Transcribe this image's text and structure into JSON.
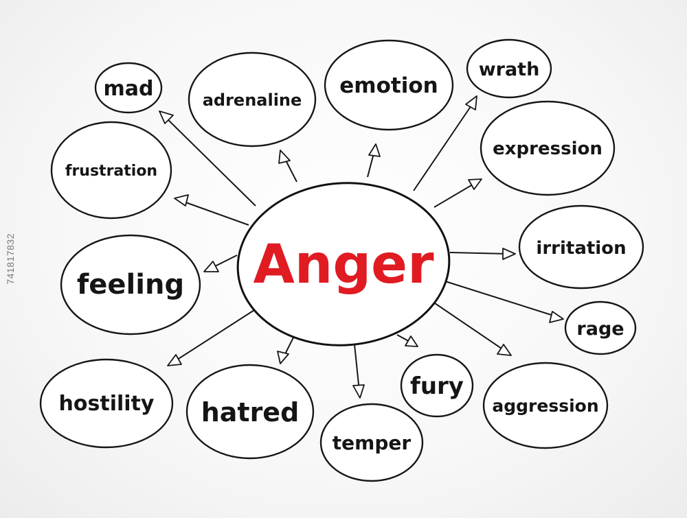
{
  "center": {
    "label": "Anger"
  },
  "nodes": [
    {
      "id": "mad",
      "label": "mad"
    },
    {
      "id": "adrenaline",
      "label": "adrenaline"
    },
    {
      "id": "emotion",
      "label": "emotion"
    },
    {
      "id": "wrath",
      "label": "wrath"
    },
    {
      "id": "frustration",
      "label": "frustration"
    },
    {
      "id": "expression",
      "label": "expression"
    },
    {
      "id": "irritation",
      "label": "irritation"
    },
    {
      "id": "feeling",
      "label": "feeling"
    },
    {
      "id": "rage",
      "label": "rage"
    },
    {
      "id": "hostility",
      "label": "hostility"
    },
    {
      "id": "hatred",
      "label": "hatred"
    },
    {
      "id": "temper",
      "label": "temper"
    },
    {
      "id": "fury",
      "label": "fury"
    },
    {
      "id": "aggression",
      "label": "aggression"
    }
  ],
  "watermark_id": "741817832",
  "colors": {
    "center_text": "#e01b22",
    "ink": "#161616"
  }
}
